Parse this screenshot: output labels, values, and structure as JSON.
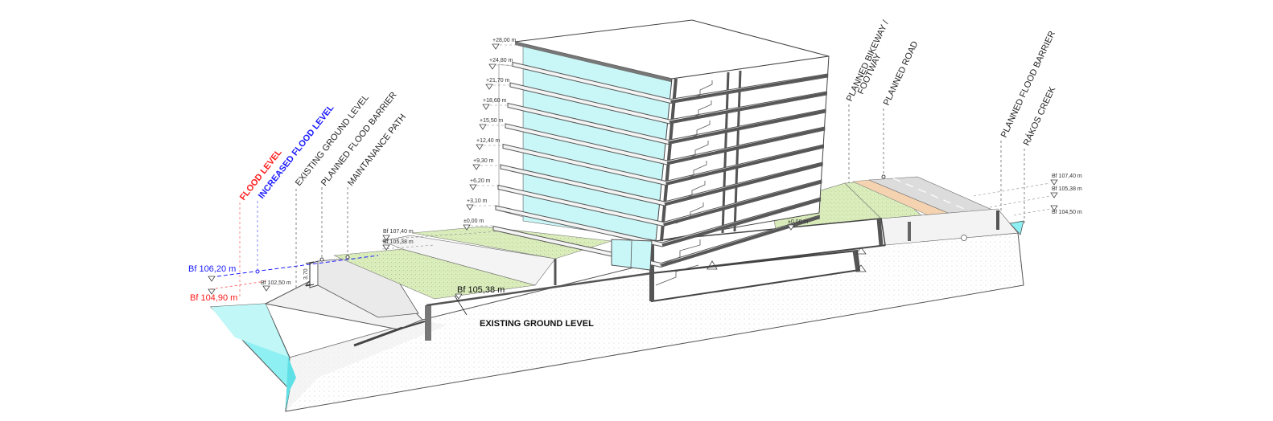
{
  "diagram": {
    "flood_labels": {
      "flood_level": "FLOOD LEVEL",
      "increased_flood_level": "INCREASED FLOOD LEVEL",
      "existing_ground_level": "EXISTING GROUND LEVEL",
      "planned_flood_barrier_left": "PLANNED FLOOD BARRIER",
      "maintanance_path": "MAINTANANCE PATH"
    },
    "right_labels": {
      "planned_bikeway": "PLANNED BIKEWAY /",
      "footway": "FOOTWAY",
      "planned_road": "PLANNED ROAD",
      "planned_flood_barrier_right": "PLANNED FLOOD BARRIER",
      "rakos_creek": "RÁKOS CREEK"
    },
    "levels": {
      "bf_10620": "Bf 106,20 m",
      "bf_10490": "Bf 104,90 m",
      "bf_10250": "Bf 102,50 m",
      "dim_370": "3,70",
      "bf_10740_left": "Bf 107,40 m",
      "bf_10538_left": "Bf 105,38 m",
      "bf_10538_ground": "Bf 105,38 m",
      "bf_10740_right": "Bf 107,40 m",
      "bf_10538_right": "Bf 105,38 m",
      "bf_10450_right": "Bf 104,50 m",
      "pm000_inner": "±0,00 m",
      "existing_ground_level_caption": "EXISTING GROUND LEVEL"
    },
    "floor_levels": [
      "+28,00 m",
      "+24,80 m",
      "+21,70 m",
      "+18,60 m",
      "+15,50 m",
      "+12,40 m",
      "+9,30 m",
      "+6,20 m",
      "+3,10 m",
      "±0,00 m"
    ],
    "colors": {
      "flood_level": "#ff1a1a",
      "increased_flood_level": "#1a1aff",
      "water": "#7fe9ee",
      "glass": "#c9f6f7",
      "lawn": "#d9ecb6",
      "bikeway": "#f6d3b0",
      "line": "#444444"
    }
  }
}
